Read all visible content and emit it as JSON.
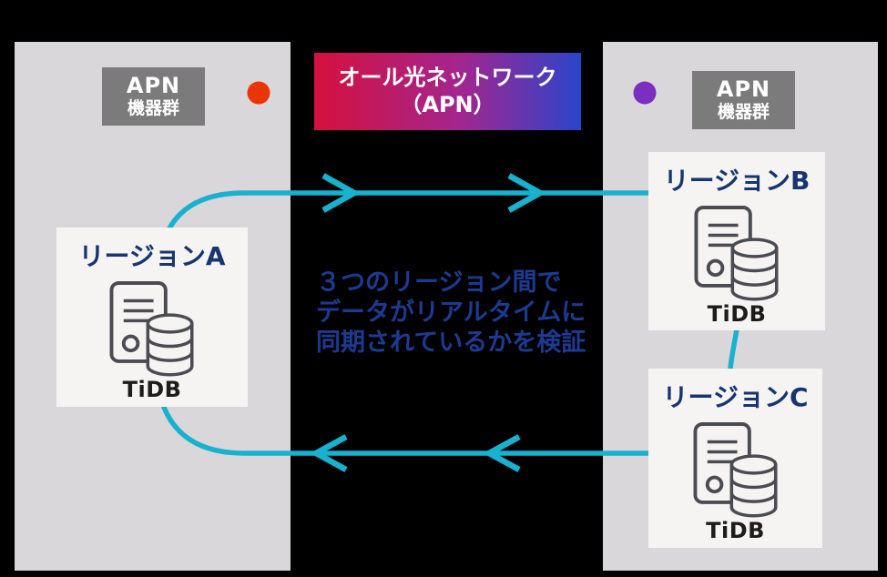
{
  "banner": {
    "line1": "オール光ネットワーク",
    "line2": "（APN）"
  },
  "apn_left": {
    "line1": "APN",
    "line2": "機器群"
  },
  "apn_right": {
    "line1": "APN",
    "line2": "機器群"
  },
  "regions": {
    "a": {
      "title": "リージョンA",
      "db_label": "TiDB"
    },
    "b": {
      "title": "リージョンB",
      "db_label": "TiDB"
    },
    "c": {
      "title": "リージョンC",
      "db_label": "TiDB"
    }
  },
  "caption": {
    "line1": "３つのリージョン間で",
    "line2": "データがリアルタイムに",
    "line3": "同期されているかを検証"
  },
  "colors": {
    "background": "#000000",
    "site_panel": "#d9d7d9",
    "apn_box": "#7b7b7b",
    "apn_text": "#ffffff",
    "region_box": "#f6f4f3",
    "region_title": "#17356f",
    "caption_text": "#1d3a92",
    "db_text": "#1c1c1c",
    "icon_stroke": "#4b4b52",
    "sync_arrow": "#18b2cf",
    "banner_gradient_start": "#d6103e",
    "banner_gradient_mid": "#a2268f",
    "banner_gradient_end": "#2a45cb",
    "banner_text": "#ffffff",
    "left_connector_dot": "#ea3505",
    "left_connector_yellow": "#ffc310",
    "right_connector_blue": "#2b49cf",
    "right_connector_dot": "#7b2ec0"
  }
}
